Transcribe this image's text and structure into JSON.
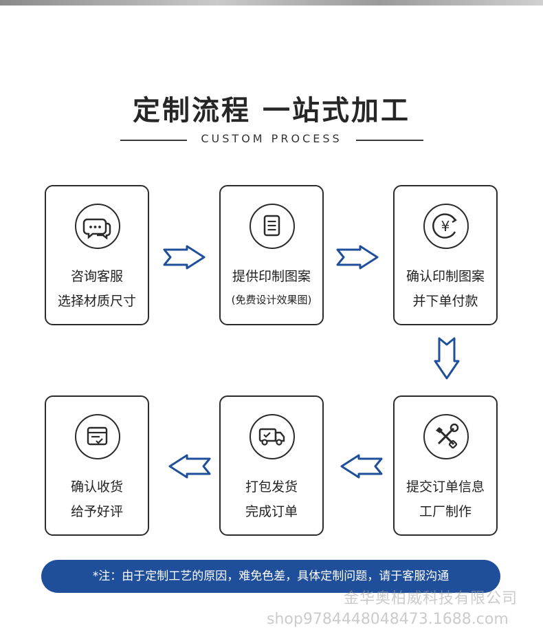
{
  "heading": {
    "title": "定制流程 一站式加工",
    "subtitle": "CUSTOM PROCESS"
  },
  "steps": [
    {
      "icon": "chat-bubbles-icon",
      "line1": "咨询客服",
      "line2": "选择材质尺寸"
    },
    {
      "icon": "document-icon",
      "line1": "提供印制图案",
      "line2": "(免费设计效果图)"
    },
    {
      "icon": "yen-coin-icon",
      "line1": "确认印制图案",
      "line2": "并下单付款"
    },
    {
      "icon": "tools-icon",
      "line1": "提交订单信息",
      "line2": "工厂制作"
    },
    {
      "icon": "delivery-truck-icon",
      "line1": "打包发货",
      "line2": "完成订单"
    },
    {
      "icon": "checklist-icon",
      "line1": "确认收货",
      "line2": "给予好评"
    }
  ],
  "note": "*注：由于定制工艺的原因，难免色差，具体定制问题，请于客服沟通",
  "watermark": {
    "company": "金华奥柏威科技有限公司",
    "shop": "shop9784448048473.1688.com"
  },
  "colors": {
    "arrow": "#1f4f9b",
    "banner": "#1f4f9b",
    "border": "#2b2b2b"
  }
}
